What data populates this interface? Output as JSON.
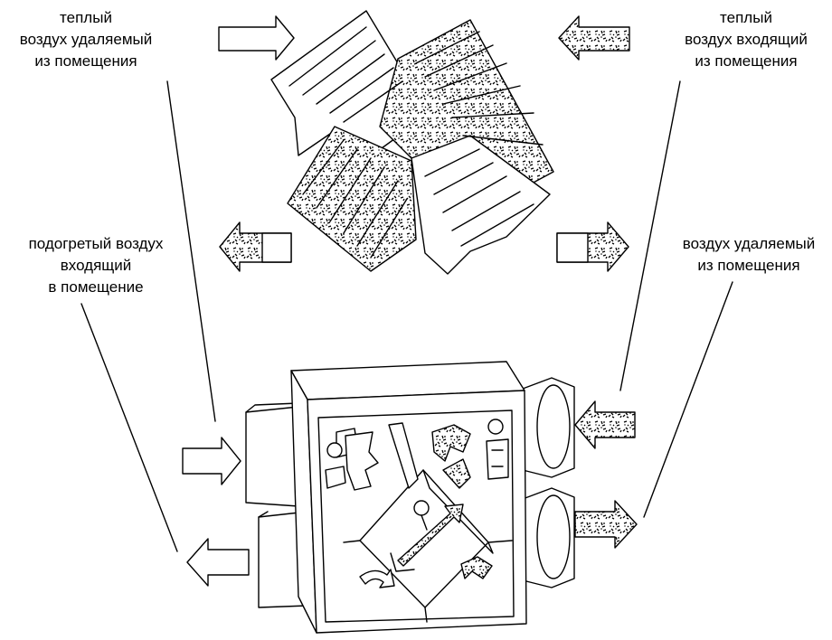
{
  "labels": {
    "warm_exhaust": [
      "теплый",
      "воздух удаляемый",
      "из помещения"
    ],
    "warm_inflow": [
      "теплый",
      "воздух входящий",
      "из помещения"
    ],
    "heated_supply": [
      "подогретый воздух",
      "входящий",
      "в помещение"
    ],
    "exhaust_out": [
      "воздух удаляемый",
      "из помещения"
    ]
  },
  "colors": {
    "line": "#000000",
    "background": "#ffffff",
    "speckle": "#000000"
  }
}
